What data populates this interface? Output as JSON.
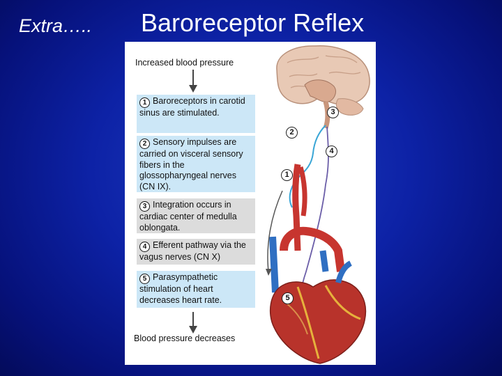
{
  "slide": {
    "side_label": "Extra…..",
    "title": "Baroreceptor Reflex"
  },
  "figure": {
    "top_caption": "Increased blood pressure",
    "bottom_caption": "Blood pressure decreases",
    "steps": [
      {
        "number": "1",
        "text": "Baroreceptors in carotid sinus are stimulated.",
        "color": "#cce7f7"
      },
      {
        "number": "2",
        "text": "Sensory impulses are carried on visceral sensory fibers in the glossopharyngeal nerves (CN IX).",
        "color": "#cce7f7"
      },
      {
        "number": "3",
        "text": "Integration occurs in cardiac center of medulla oblongata.",
        "color": "#dcdcdc"
      },
      {
        "number": "4",
        "text": "Efferent pathway via the vagus nerves (CN X)",
        "color": "#dcdcdc"
      },
      {
        "number": "5",
        "text": "Parasympathetic stimulation of heart decreases heart rate.",
        "color": "#cce7f7"
      }
    ],
    "diagram_markers": [
      "3",
      "2",
      "4",
      "1",
      "5"
    ]
  }
}
